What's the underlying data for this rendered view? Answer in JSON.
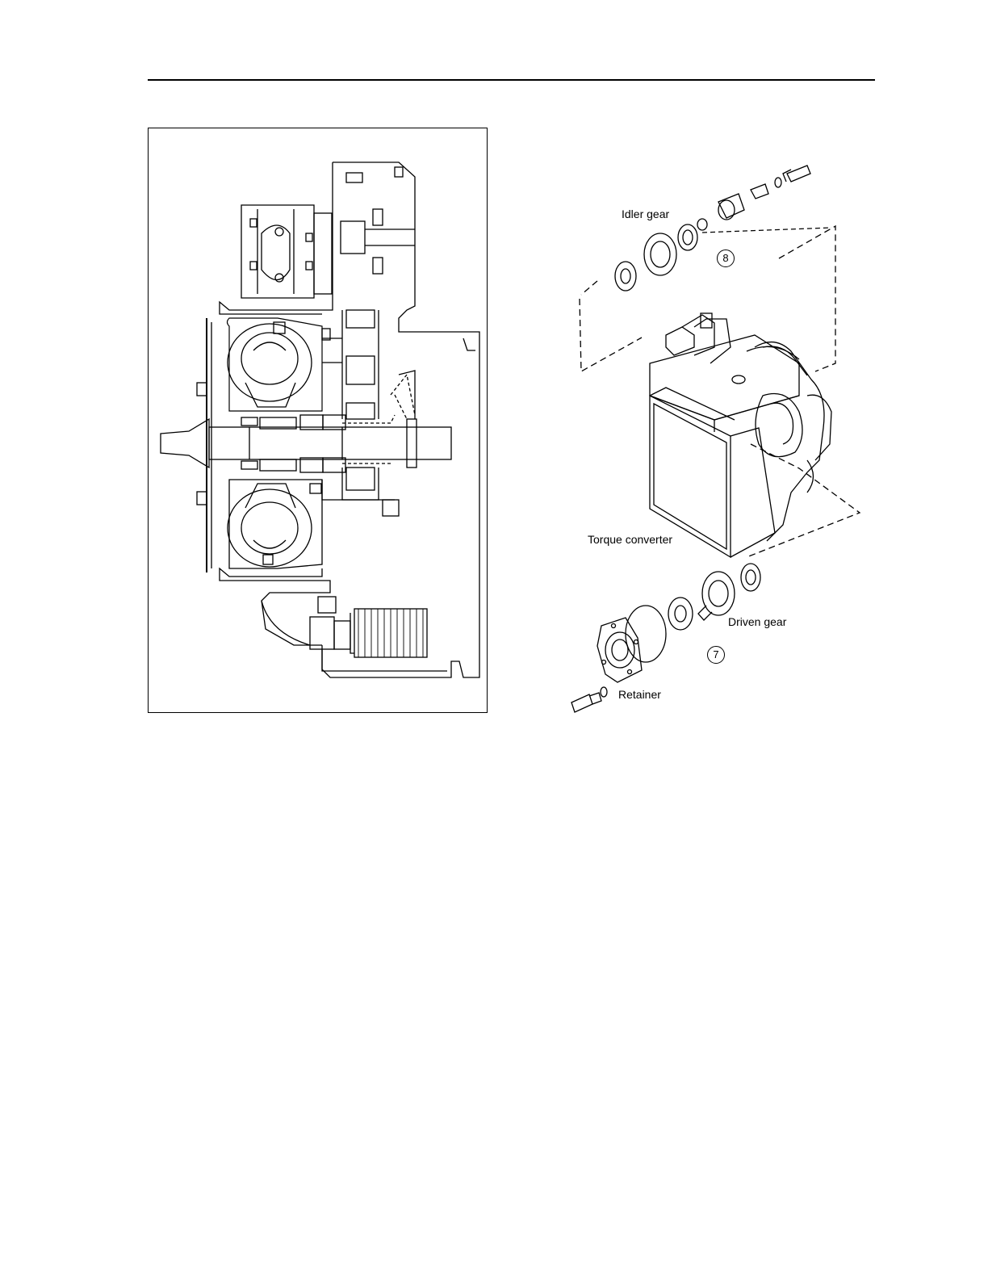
{
  "labels": {
    "idler_gear": "Idler gear",
    "torque_converter": "Torque converter",
    "driven_gear": "Driven gear",
    "retainer": "Retainer",
    "callout_8": "8",
    "callout_7": "7"
  }
}
